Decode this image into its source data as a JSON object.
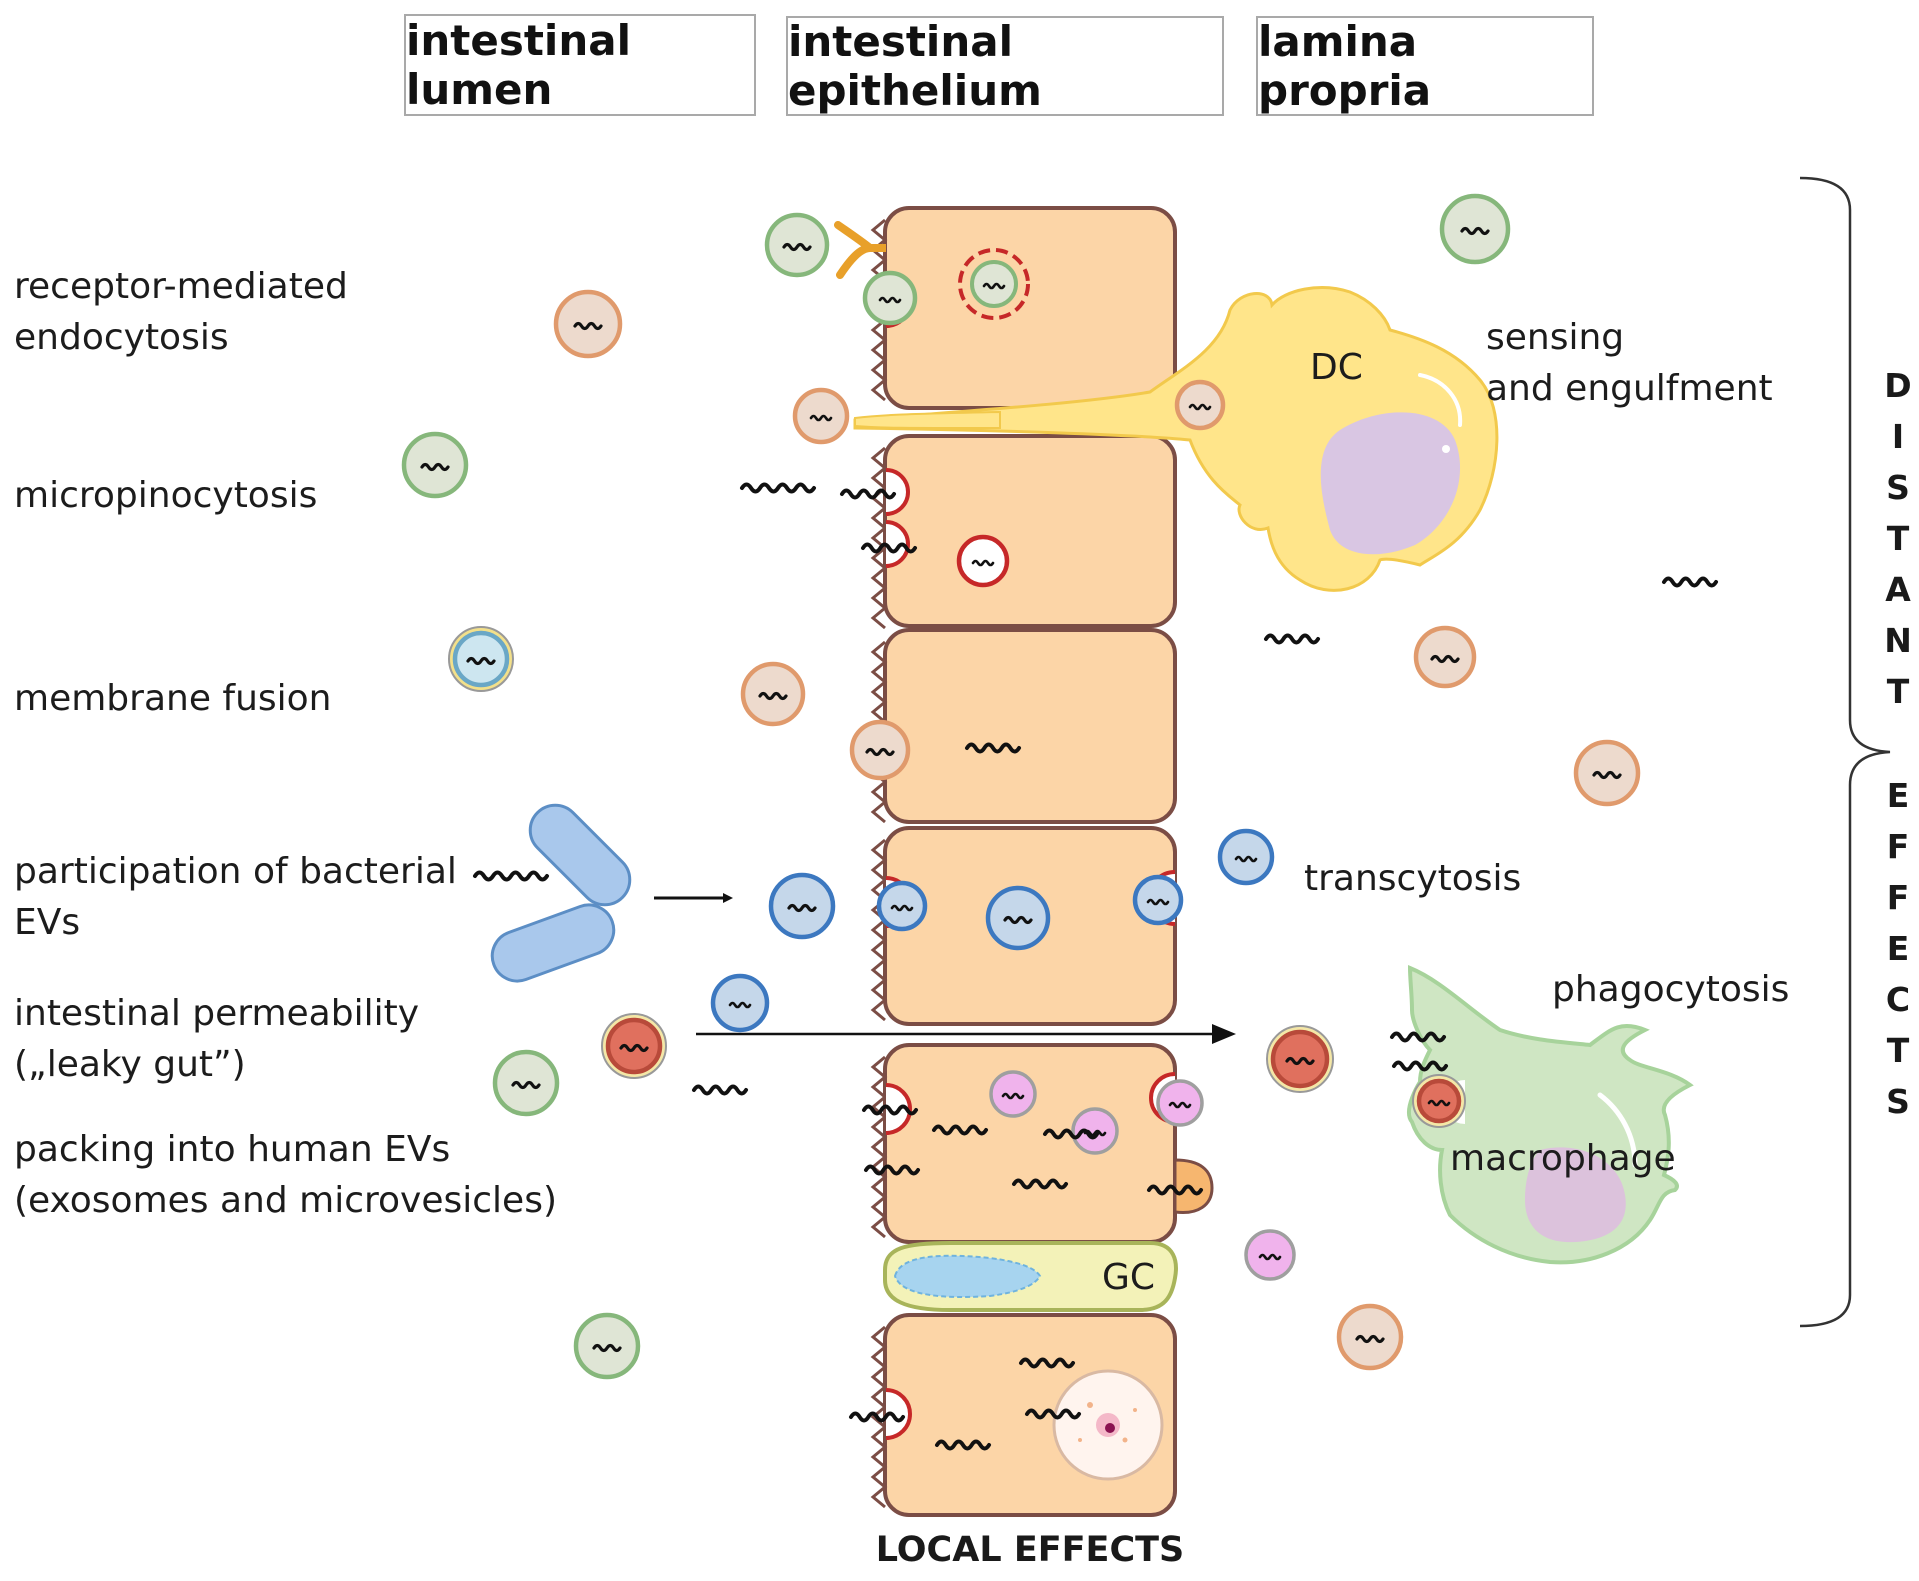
{
  "headers": {
    "lumen": "intestinal lumen",
    "epithelium": "intestinal epithelium",
    "lamina": "lamina propria"
  },
  "mechanisms": {
    "receptor": "receptor-mediated\nendocytosis",
    "micropinocytosis": "micropinocytosis",
    "fusion": "membrane fusion",
    "bacterial": "participation of bacterial\nEVs",
    "permeability": "intestinal permeability\n(„leaky gut”)",
    "packing": "packing into human EVs\n(exosomes and microvesicles)"
  },
  "lamina_labels": {
    "sensing": "sensing\nand engulfment",
    "dc": "DC",
    "transcytosis": "transcytosis",
    "phagocytosis": "phagocytosis",
    "macrophage": "macrophage",
    "gc": "GC"
  },
  "effects": {
    "distant": "D\nI\nS\nT\nA\nN\nT",
    "effects": "E\nF\nF\nE\nC\nT\nS",
    "local": "LOCAL EFFECTS"
  },
  "colors": {
    "green_ev": "#dfe5d5",
    "orange_ev": "#eddacd",
    "blue_ev": "#c5d7ea",
    "red_ev": "#e0705e",
    "pink_ev": "#f0b3ec",
    "cell_fill": "#fcd5a7",
    "cell_border": "#7b4d45",
    "dc_fill": "#ffe58a",
    "macrophage_fill": "#cfe6c3",
    "goblet_fill": "#f3f2b8",
    "bacteria_fill": "#a9c8ec"
  }
}
